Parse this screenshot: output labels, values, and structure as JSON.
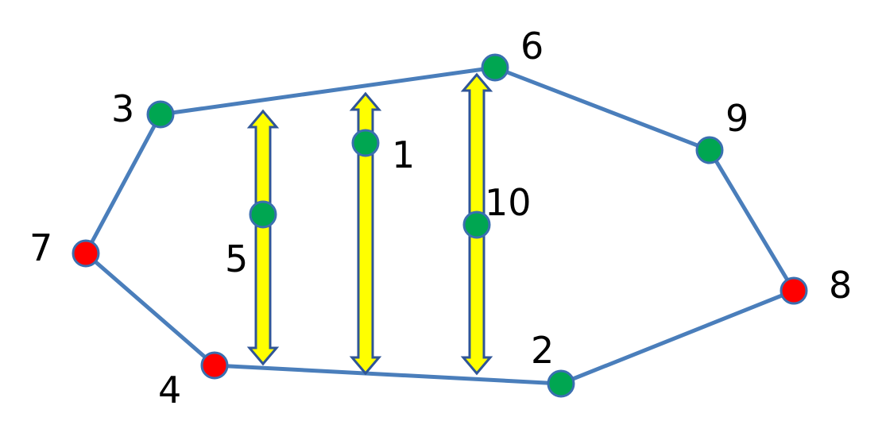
{
  "colors": {
    "edge": "#4a7ebb",
    "node_green": "#00a651",
    "node_red": "#ff0000",
    "node_stroke": "#3a6fb0",
    "arrow_fill": "#ffff00",
    "arrow_stroke": "#2f5597"
  },
  "nodes": [
    {
      "id": "1",
      "label": "1",
      "color": "green"
    },
    {
      "id": "2",
      "label": "2",
      "color": "green"
    },
    {
      "id": "3",
      "label": "3",
      "color": "green"
    },
    {
      "id": "4",
      "label": "4",
      "color": "red"
    },
    {
      "id": "5",
      "label": "5",
      "color": "green"
    },
    {
      "id": "6",
      "label": "6",
      "color": "green"
    },
    {
      "id": "7",
      "label": "7",
      "color": "red"
    },
    {
      "id": "8",
      "label": "8",
      "color": "red"
    },
    {
      "id": "9",
      "label": "9",
      "color": "green"
    },
    {
      "id": "10",
      "label": "10",
      "color": "green"
    }
  ],
  "polygon_order": [
    "3",
    "6",
    "9",
    "8",
    "2",
    "4",
    "7"
  ],
  "arrows": [
    {
      "through": "5"
    },
    {
      "through": "1"
    },
    {
      "through": "10"
    }
  ]
}
